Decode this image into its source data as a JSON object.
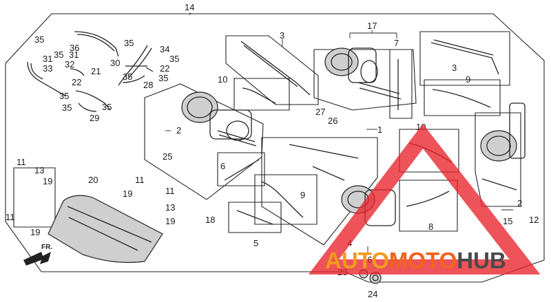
{
  "diagram": {
    "callouts": [
      {
        "id": "c14",
        "text": "14"
      },
      {
        "id": "c3a",
        "text": "3"
      },
      {
        "id": "c17",
        "text": "17"
      },
      {
        "id": "c7",
        "text": "7"
      },
      {
        "id": "c3b",
        "text": "3"
      },
      {
        "id": "c35a",
        "text": "35"
      },
      {
        "id": "c36",
        "text": "36"
      },
      {
        "id": "c35b",
        "text": "35"
      },
      {
        "id": "c34",
        "text": "34"
      },
      {
        "id": "c31a",
        "text": "31"
      },
      {
        "id": "c35c",
        "text": "35"
      },
      {
        "id": "c31b",
        "text": "31"
      },
      {
        "id": "c30",
        "text": "30"
      },
      {
        "id": "c35d",
        "text": "35"
      },
      {
        "id": "c33",
        "text": "33"
      },
      {
        "id": "c32",
        "text": "32"
      },
      {
        "id": "c21",
        "text": "21"
      },
      {
        "id": "c22a",
        "text": "22"
      },
      {
        "id": "c35e",
        "text": "35"
      },
      {
        "id": "c35f",
        "text": "35"
      },
      {
        "id": "c28",
        "text": "28"
      },
      {
        "id": "c22b",
        "text": "22"
      },
      {
        "id": "c35g",
        "text": "35"
      },
      {
        "id": "c35h",
        "text": "35"
      },
      {
        "id": "c35i",
        "text": "35"
      },
      {
        "id": "c29",
        "text": "29"
      },
      {
        "id": "c10a",
        "text": "10"
      },
      {
        "id": "c9a",
        "text": "9"
      },
      {
        "id": "c27",
        "text": "27"
      },
      {
        "id": "c26",
        "text": "26"
      },
      {
        "id": "c1",
        "text": "1"
      },
      {
        "id": "c10b",
        "text": "10"
      },
      {
        "id": "c2a",
        "text": "2"
      },
      {
        "id": "c25",
        "text": "25"
      },
      {
        "id": "c6",
        "text": "6"
      },
      {
        "id": "c11a",
        "text": "11"
      },
      {
        "id": "c13a",
        "text": "13"
      },
      {
        "id": "c19a",
        "text": "19"
      },
      {
        "id": "c20",
        "text": "20"
      },
      {
        "id": "c11b",
        "text": "11"
      },
      {
        "id": "c11c",
        "text": "11"
      },
      {
        "id": "c19b",
        "text": "19"
      },
      {
        "id": "c13b",
        "text": "13"
      },
      {
        "id": "c19c",
        "text": "19"
      },
      {
        "id": "c11d",
        "text": "11"
      },
      {
        "id": "c19d",
        "text": "19"
      },
      {
        "id": "c9b",
        "text": "9"
      },
      {
        "id": "c18",
        "text": "18"
      },
      {
        "id": "c5",
        "text": "5"
      },
      {
        "id": "c8",
        "text": "8"
      },
      {
        "id": "c2b",
        "text": "2"
      },
      {
        "id": "c15",
        "text": "15"
      },
      {
        "id": "c12",
        "text": "12"
      },
      {
        "id": "c4",
        "text": "4"
      },
      {
        "id": "c16",
        "text": "16"
      },
      {
        "id": "c23",
        "text": "23"
      },
      {
        "id": "c24",
        "text": "24"
      }
    ],
    "front_marker": "FR.",
    "watermark": {
      "part1": "AUTO",
      "part2": "MOTO",
      "part3": "HUB"
    }
  }
}
